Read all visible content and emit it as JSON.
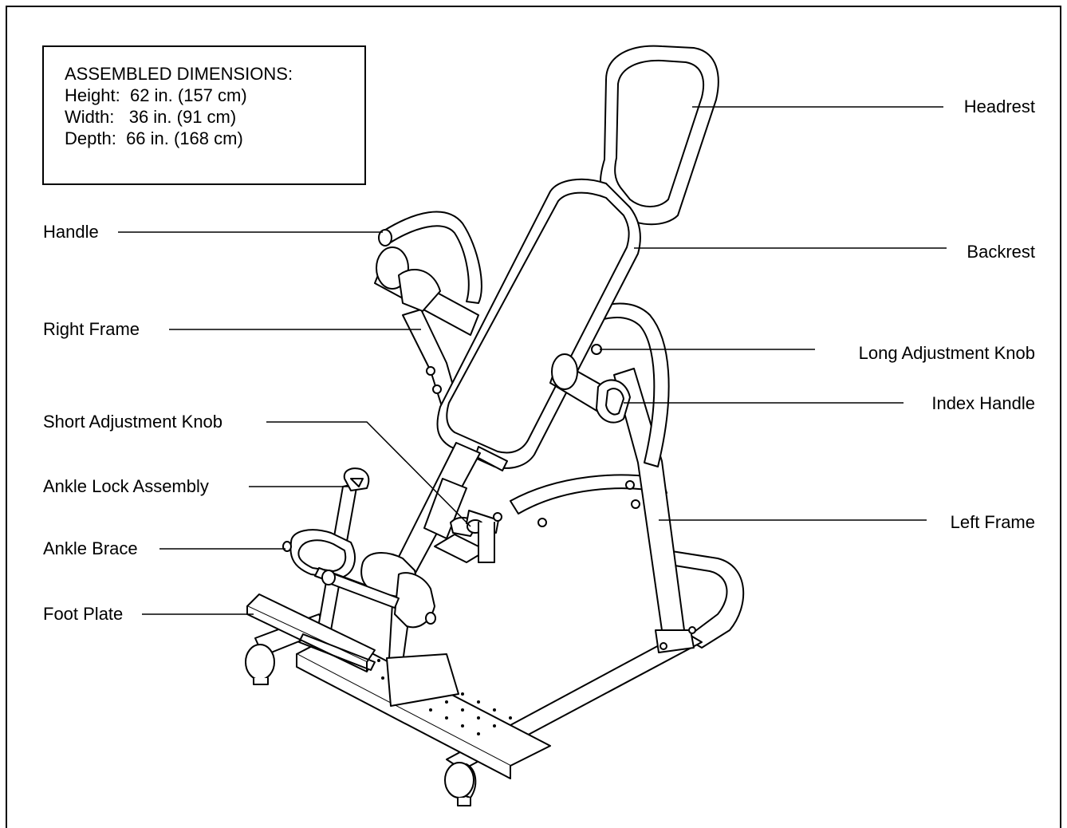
{
  "dimensions": {
    "title": "ASSEMBLED DIMENSIONS:",
    "rows": [
      {
        "label": "Height:",
        "value": "62 in. (157 cm)"
      },
      {
        "label": "Width:",
        "value": "36 in. (91 cm)"
      },
      {
        "label": "Depth:",
        "value": "66 in. (168 cm)"
      }
    ]
  },
  "labels": {
    "handle": "Handle",
    "right_frame": "Right Frame",
    "short_adjustment_knob": "Short Adjustment Knob",
    "ankle_lock_assembly": "Ankle Lock Assembly",
    "ankle_brace": "Ankle Brace",
    "foot_plate": "Foot Plate",
    "headrest": "Headrest",
    "backrest": "Backrest",
    "long_adjustment_knob": "Long Adjustment Knob",
    "index_handle": "Index Handle",
    "left_frame": "Left Frame"
  }
}
